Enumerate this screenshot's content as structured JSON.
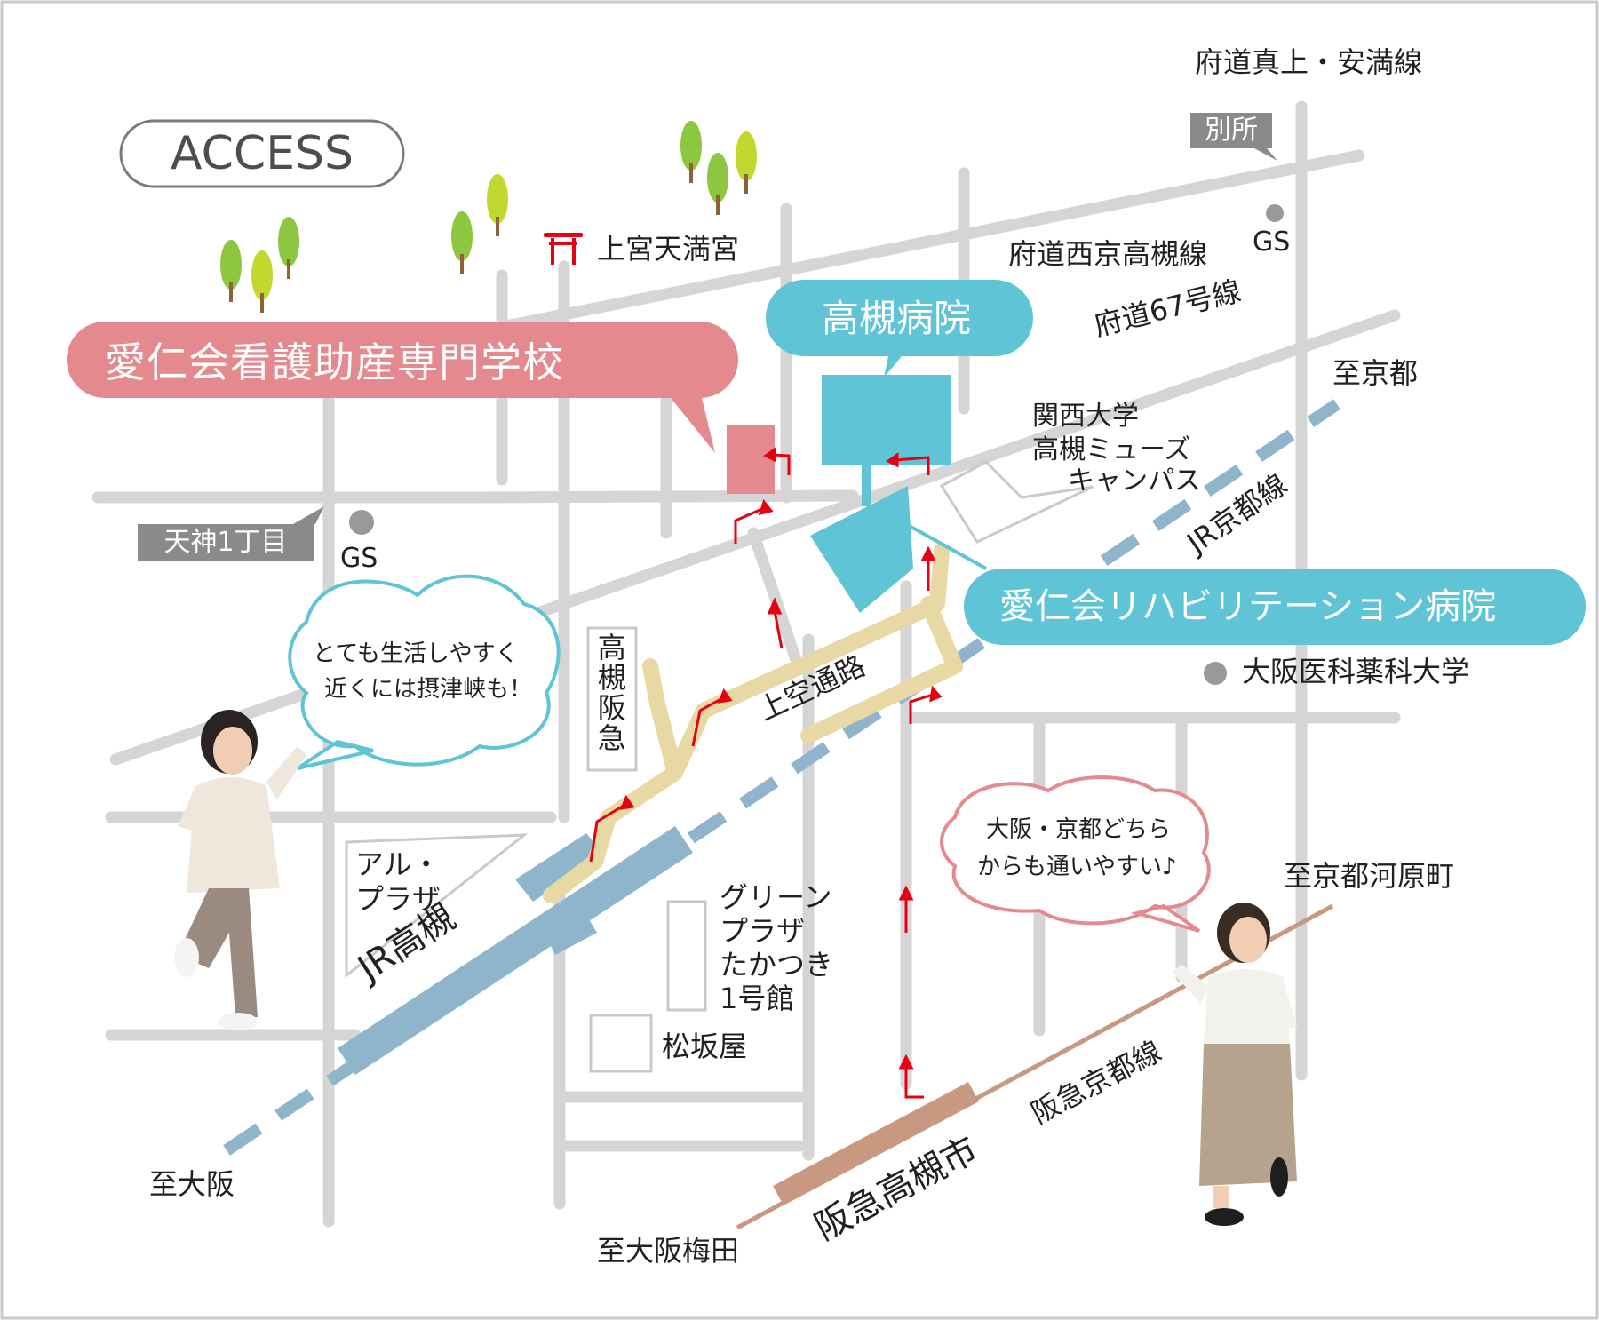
{
  "header": {
    "access": "ACCESS"
  },
  "callouts": {
    "school": "愛仁会看護助産専門学校",
    "hospital": "高槻病院",
    "rehab": "愛仁会リハビリテーション病院"
  },
  "roads": {
    "fudou_makami": "府道真上・安満線",
    "fudou_saikyo": "府道西京高槻線",
    "fudou_67": "府道67号線",
    "kamisora": "上空通路"
  },
  "places": {
    "kamimiya": "上宮天満宮",
    "kansai_line1": "関西大学",
    "kansai_line2": "高槻ミューズ",
    "kansai_line3": "キャンパス",
    "medical_univ": "大阪医科薬科大学",
    "takatsuki_hankyu": "高槻阪急",
    "al_plaza_line1": "アル・",
    "al_plaza_line2": "プラザ",
    "green_line1": "グリーン",
    "green_line2": "プラザ",
    "green_line3": "たかつき",
    "green_line4": "1号館",
    "matsuzakaya": "松坂屋",
    "gs1": "GS",
    "gs2": "GS"
  },
  "signs": {
    "bessho": "別所",
    "tenjin": "天神1丁目"
  },
  "stations": {
    "jr": "JR高槻",
    "hankyu": "阪急高槻市"
  },
  "lines": {
    "jr_kyoto": "JR京都線",
    "hankyu_kyoto": "阪急京都線"
  },
  "directions": {
    "to_kyoto": "至京都",
    "to_osaka": "至大阪",
    "to_kawaramachi": "至京都河原町",
    "to_umeda": "至大阪梅田"
  },
  "speech": {
    "left_line1": "とても生活しやすく",
    "left_line2": "近くには摂津峡も！",
    "right_line1": "大阪・京都どちら",
    "right_line2": "からも通いやすい♪"
  },
  "colors": {
    "road": "#d5d5d6",
    "school": "#e48a8f",
    "hospital": "#5ec4d6",
    "jr_line": "#8fb5cd",
    "hankyu_line": "#c89880",
    "walk_route": "#e8d8a4",
    "arrow": "#e60012",
    "sign": "#8a8a8a",
    "tree": "#8dc63f"
  }
}
